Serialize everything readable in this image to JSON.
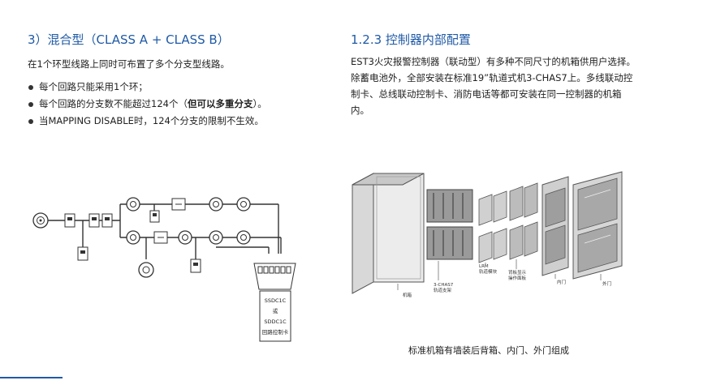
{
  "left": {
    "heading": "3）混合型（CLASS A + CLASS B）",
    "intro": "在1个环型线路上同时可布置了多个分支型线路。",
    "bullets": [
      {
        "text": "每个回路只能采用1个环；",
        "bold": ""
      },
      {
        "text": "每个回路的分支数不能超过124个（",
        "bold": "但可以多重分支",
        "after": "）。"
      },
      {
        "text": "当MAPPING DISABLE时，124个分支的限制不生效。",
        "bold": ""
      }
    ],
    "diagram": {
      "panel_line1": "SSDC1C",
      "panel_line2": "或",
      "panel_line3": "SDDC1C",
      "panel_line4": "回路控制卡"
    }
  },
  "right": {
    "heading": "1.2.3 控制器内部配置",
    "body": "EST3火灾报警控制器（联动型）有多种不同尺寸的机箱供用户选择。除蓄电池外，全部安装在标准19”轨道式机3-CHAS7上。多线联动控制卡、总线联动控制卡、消防电话等都可安装在同一控制器的机箱内。",
    "figure": {
      "label_cabinet": "机箱",
      "label_chassis_1": "3-CHAS7",
      "label_chassis_2": "轨道支架",
      "label_lrm_1": "LRM",
      "label_lrm_2": "轨道模块",
      "label_display_1": "背板显示",
      "label_display_2": "操作面板",
      "label_inner_door": "内门",
      "label_outer_door": "外门"
    },
    "caption": "标准机箱有墙装后背箱、内门、外门组成"
  },
  "colors": {
    "heading": "#1f5aa6",
    "text": "#222222",
    "line": "#333333"
  }
}
